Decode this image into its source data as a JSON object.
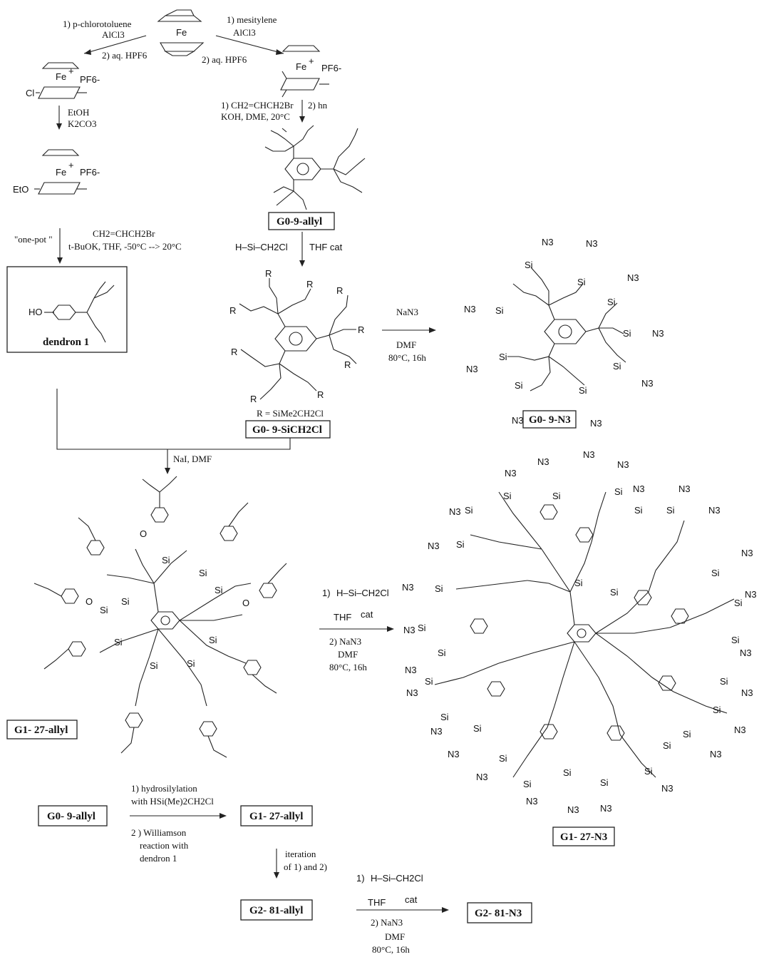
{
  "structures": {
    "ferrocene_metal": "Fe",
    "fe_cation": "Fe",
    "pf6": "PF6-",
    "cl_sub": "Cl",
    "eto_sub": "EtO",
    "ho_sub": "HO",
    "hsi_reagent": "H–Si–CH2Cl",
    "thf": "THF",
    "cat": "cat",
    "r_group": "R",
    "n3": "N3",
    "si": "Si",
    "o": "O"
  },
  "steps": {
    "left_arrow_top": "1) p-chlorotoluene",
    "left_arrow_alcl3": "AlCl3",
    "left_arrow_hpf6": "2) aq. HPF6",
    "right_arrow_top": "1) mesitylene",
    "right_arrow_alcl3": "AlCl3",
    "right_arrow_hpf6": "2) aq. HPF6",
    "etoh": "EtOH",
    "k2co3": "K2CO3",
    "allyl_line1": "1) CH2=CHCH2Br",
    "allyl_line2": "KOH, DME, 20°C",
    "hn": "2) hn",
    "onepot": "\"one-pot \"",
    "onepot_line1": "CH2=CHCH2Br",
    "onepot_line2": "t-BuOK, THF, -50°C --> 20°C",
    "thf_cat": "THF    cat",
    "nan3": "NaN3",
    "dmf": "DMF",
    "temp": "80°C, 16h",
    "r_def": "R = SiMe2CH2Cl",
    "nai": "NaI, DMF",
    "big_arrow_1": "1)",
    "big_arrow_2": "2) NaN3",
    "hydro1": "1) hydrosilylation",
    "hydro2": "with HSi(Me)2CH2Cl",
    "will1": "2 ) Williamson",
    "will2": "reaction with",
    "will3": "dendron 1",
    "iter1": "iteration",
    "iter2": "of 1) and 2)"
  },
  "labels": {
    "g0_allyl": "G0-9-allyl",
    "dendron1": "dendron 1",
    "g0_sicl": "G0- 9-SiCH2Cl",
    "g0_n3": "G0- 9-N3",
    "g1_allyl": "G1- 27-allyl",
    "g1_n3": "G1- 27-N3",
    "g0_allyl_b": "G0- 9-allyl",
    "g1_allyl_b": "G1- 27-allyl",
    "g2_allyl": "G2- 81-allyl",
    "g2_n3": "G2- 81-N3"
  }
}
